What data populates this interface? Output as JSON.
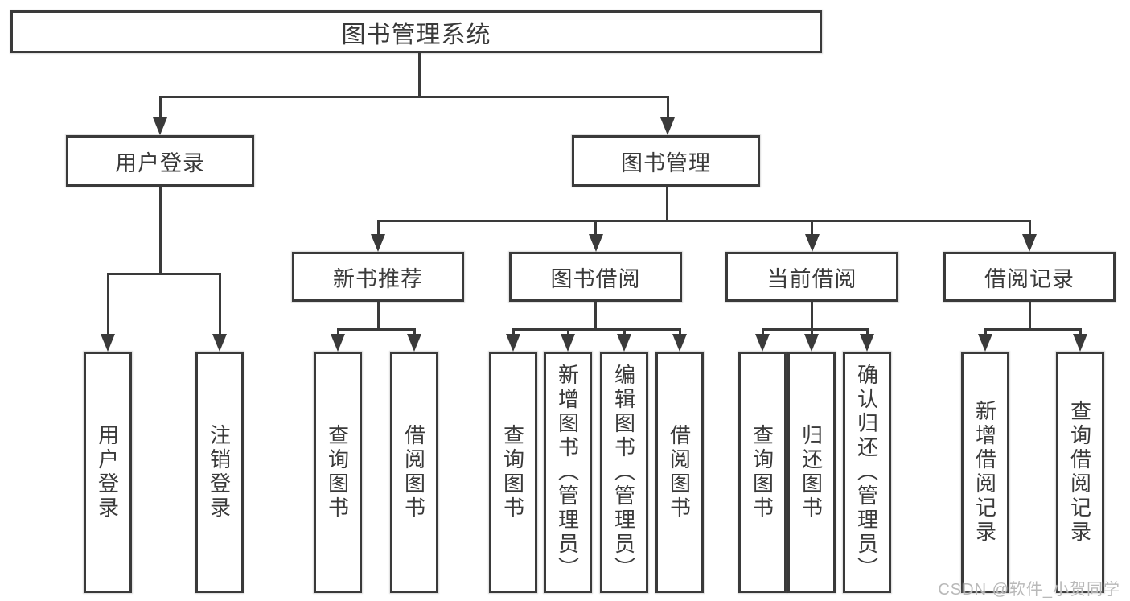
{
  "nodes": {
    "root": {
      "label": "图书管理系统"
    },
    "l2": [
      {
        "label": "用户登录"
      },
      {
        "label": "图书管理"
      }
    ],
    "l3": [
      {
        "label": "新书推荐",
        "parent": "图书管理"
      },
      {
        "label": "图书借阅",
        "parent": "图书管理"
      },
      {
        "label": "当前借阅",
        "parent": "图书管理"
      },
      {
        "label": "借阅记录",
        "parent": "图书管理"
      }
    ],
    "leaves": [
      {
        "label": "用户登录",
        "parent": "用户登录"
      },
      {
        "label": "注销登录",
        "parent": "用户登录"
      },
      {
        "label": "查询图书",
        "parent": "新书推荐"
      },
      {
        "label": "借阅图书",
        "parent": "新书推荐"
      },
      {
        "label": "查询图书",
        "parent": "图书借阅"
      },
      {
        "label": "新增图书（管理员）",
        "parent": "图书借阅"
      },
      {
        "label": "编辑图书（管理员）",
        "parent": "图书借阅"
      },
      {
        "label": "借阅图书",
        "parent": "图书借阅"
      },
      {
        "label": "查询图书",
        "parent": "当前借阅"
      },
      {
        "label": "归还图书",
        "parent": "当前借阅"
      },
      {
        "label": "确认归还（管理员）",
        "parent": "当前借阅"
      },
      {
        "label": "新增借阅记录",
        "parent": "借阅记录"
      },
      {
        "label": "查询借阅记录",
        "parent": "借阅记录"
      }
    ]
  },
  "watermark": {
    "text": "CSDN @软件_小贺同学"
  },
  "colors": {
    "line": "#3a3a3a",
    "text": "#3a3a3a",
    "watermark": "#b9b9b9",
    "bg": "#ffffff"
  }
}
